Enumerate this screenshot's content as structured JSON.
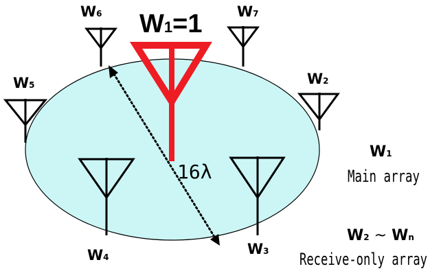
{
  "colors": {
    "area_fill": "#ccf6f6",
    "main_antenna": "#ee1c23",
    "ink": "#000000"
  },
  "main_antenna": {
    "weight_label": "W",
    "weight_sub": "1",
    "weight_value": "=1"
  },
  "receive_antennas": [
    {
      "label": "W",
      "sub": "2"
    },
    {
      "label": "W",
      "sub": "3"
    },
    {
      "label": "W",
      "sub": "4"
    },
    {
      "label": "W",
      "sub": "5"
    },
    {
      "label": "W",
      "sub": "6"
    },
    {
      "label": "W",
      "sub": "7"
    }
  ],
  "distance_label": "16λ",
  "legend": {
    "main": {
      "symbol": "W",
      "sub": "1",
      "text": "Main array"
    },
    "receive": {
      "symbol_start": "W",
      "sub_start": "2",
      "tilde": " ~ ",
      "symbol_end": "W",
      "sub_end": "n",
      "text": "Receive-only array"
    }
  }
}
